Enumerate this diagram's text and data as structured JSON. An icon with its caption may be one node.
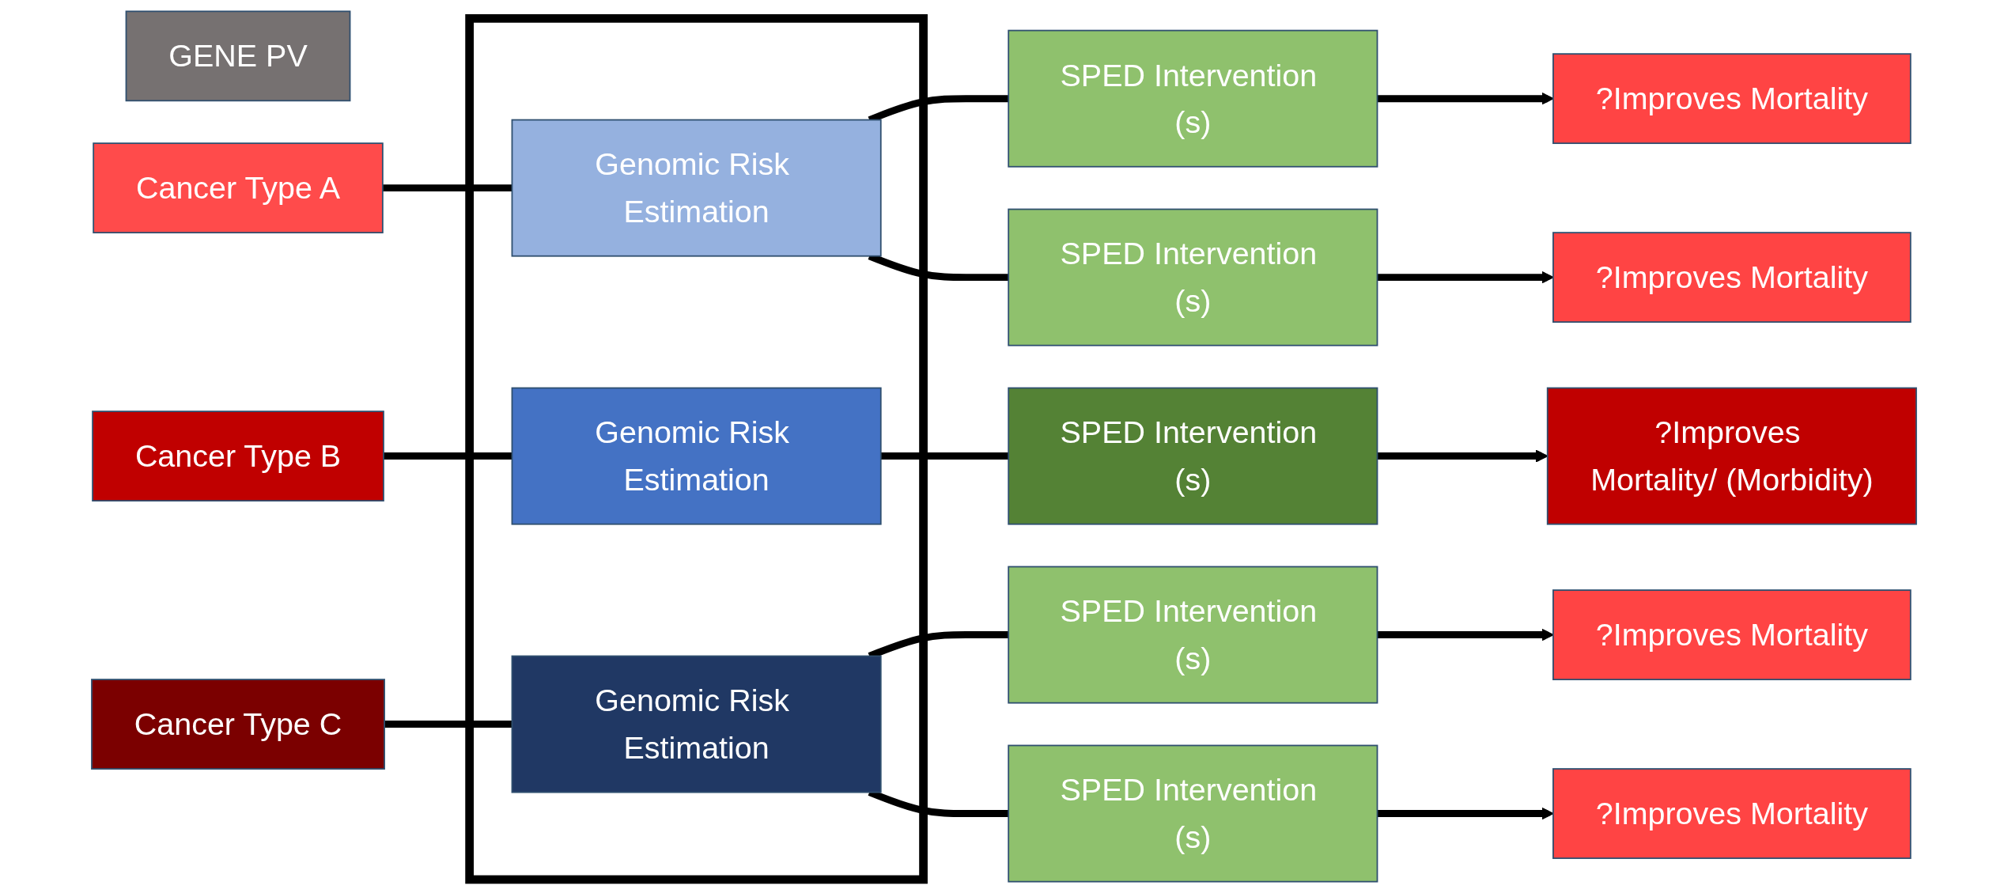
{
  "diagram": {
    "nodes": [
      {
        "text": [
          "GENE PV"
        ]
      },
      {
        "text": [
          "Cancer Type A"
        ]
      },
      {
        "text": [],
        "shape": "box"
      },
      {
        "text": [
          "Genomic Risk Estimation"
        ],
        "in": 2
      },
      {
        "text": [
          "Genomic Risk Estimation"
        ],
        "in": 2
      },
      {
        "text": [
          "Genomic Risk Estimation"
        ],
        "in": 2
      },
      {
        "text": [
          "SPED Intervention (s)"
        ]
      },
      {
        "text": [
          "?Improves Mortality"
        ]
      },
      {
        "text": [
          "SPED Intervention (s)"
        ]
      },
      {
        "text": [
          "?Improves Mortality"
        ]
      },
      {
        "text": [
          "Cancer Type B"
        ]
      },
      {
        "text": [
          "SPED Intervention (s)"
        ]
      },
      {
        "text": [
          "?Improves Mortality/ (Morbidity)"
        ]
      },
      {
        "text": [
          "Cancer Type C"
        ]
      },
      {
        "text": [
          "SPED Intervention (s)"
        ]
      },
      {
        "text": [
          "?Improves Mortality"
        ]
      },
      {
        "text": [
          "SPED Intervention (s)"
        ]
      },
      {
        "text": [
          "?Improves Mortality"
        ]
      }
    ],
    "edges": [
      {
        "from": 1,
        "to": 3,
        "arrow": "none"
      },
      {
        "from": 3,
        "to": 6,
        "arrow": "none"
      },
      {
        "from": 3,
        "to": 8,
        "arrow": "none"
      },
      {
        "from": 6,
        "to": 7,
        "arrow": "to"
      },
      {
        "from": 8,
        "to": 9,
        "arrow": "to"
      },
      {
        "from": 10,
        "to": 4,
        "arrow": "none"
      },
      {
        "from": 4,
        "to": 11,
        "arrow": "none"
      },
      {
        "from": 11,
        "to": 12,
        "arrow": "to"
      },
      {
        "from": 13,
        "to": 5,
        "arrow": "none"
      },
      {
        "from": 5,
        "to": 14,
        "arrow": "none"
      },
      {
        "from": 5,
        "to": 16,
        "arrow": "none"
      },
      {
        "from": 14,
        "to": 15,
        "arrow": "to"
      },
      {
        "from": 16,
        "to": 17,
        "arrow": "to"
      }
    ]
  }
}
